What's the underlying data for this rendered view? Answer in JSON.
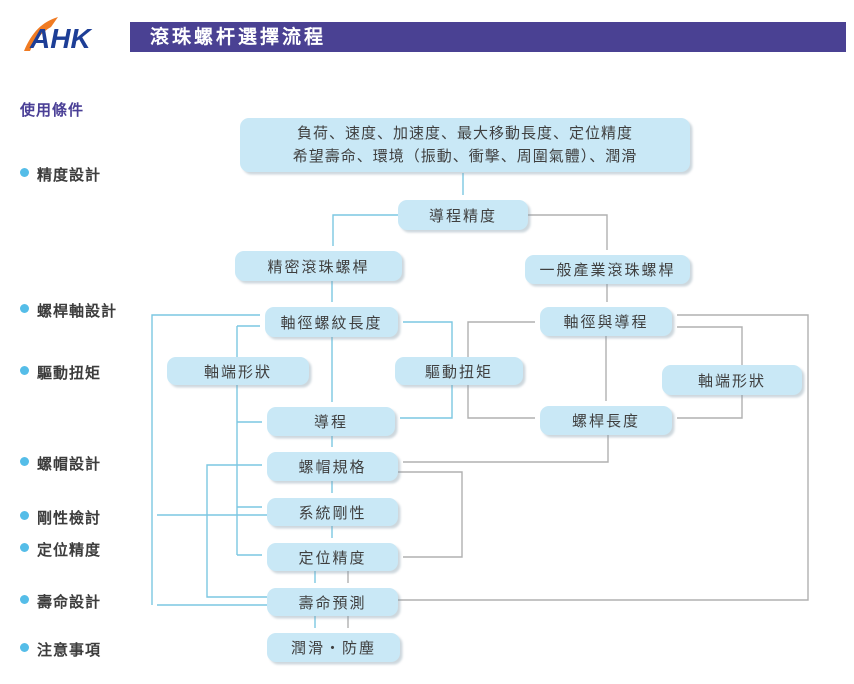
{
  "header": {
    "logo": "AHK",
    "title": "滾珠螺杆選擇流程"
  },
  "sidebar": {
    "section_label": "使用條件",
    "items": [
      "精度設計",
      "螺桿軸設計",
      "驅動扭矩",
      "螺帽設計",
      "剛性檢討",
      "定位精度",
      "壽命設計",
      "注意事項"
    ]
  },
  "nodes": {
    "conditions": {
      "line1": "負荷、速度、加速度、最大移動長度、定位精度",
      "line2": "希望壽命、環境（振動、衝擊、周圍氣體）、潤滑"
    },
    "lead_accuracy": "導程精度",
    "precision_screw": "精密滾珠螺桿",
    "industrial_screw": "一般產業滾珠螺桿",
    "thread_length": "軸徑螺紋長度",
    "dia_lead": "軸徑與導程",
    "shaft_end_left": "軸端形狀",
    "drive_torque": "驅動扭矩",
    "shaft_end_right": "軸端形狀",
    "lead": "導程",
    "screw_length": "螺桿長度",
    "nut_spec": "螺帽規格",
    "rigidity": "系統剛性",
    "positioning": "定位精度",
    "life_prediction": "壽命預測",
    "lubrication": "潤滑・防塵"
  },
  "colors": {
    "header_bar": "#4a4193",
    "logo_blue": "#1d3e96",
    "logo_orange": "#f07b23",
    "node_fill": "#c9e8f6",
    "line_blue": "#7cc7e2",
    "line_gray": "#b0b0b0",
    "bullet_blue": "#55bde8"
  }
}
